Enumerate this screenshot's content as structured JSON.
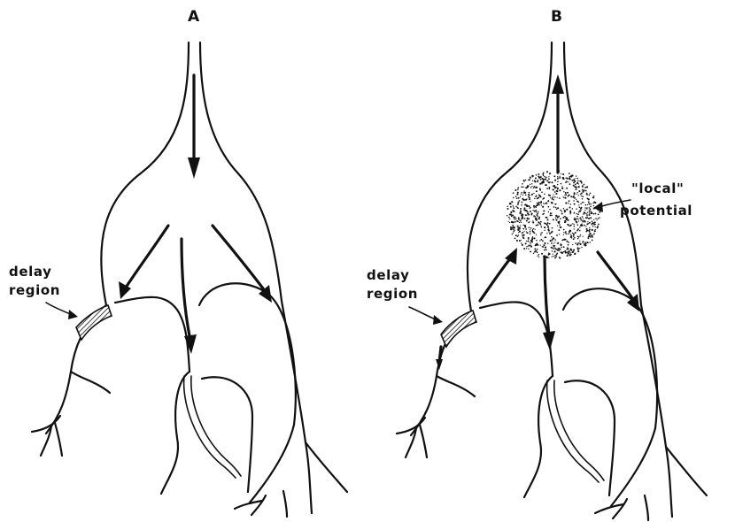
{
  "panels": [
    {
      "letter": "A",
      "delay_label": [
        "delay",
        "region"
      ]
    },
    {
      "letter": "B",
      "delay_label": [
        "delay",
        "region"
      ],
      "potential_label": [
        "\"local\"",
        "potential"
      ]
    }
  ]
}
